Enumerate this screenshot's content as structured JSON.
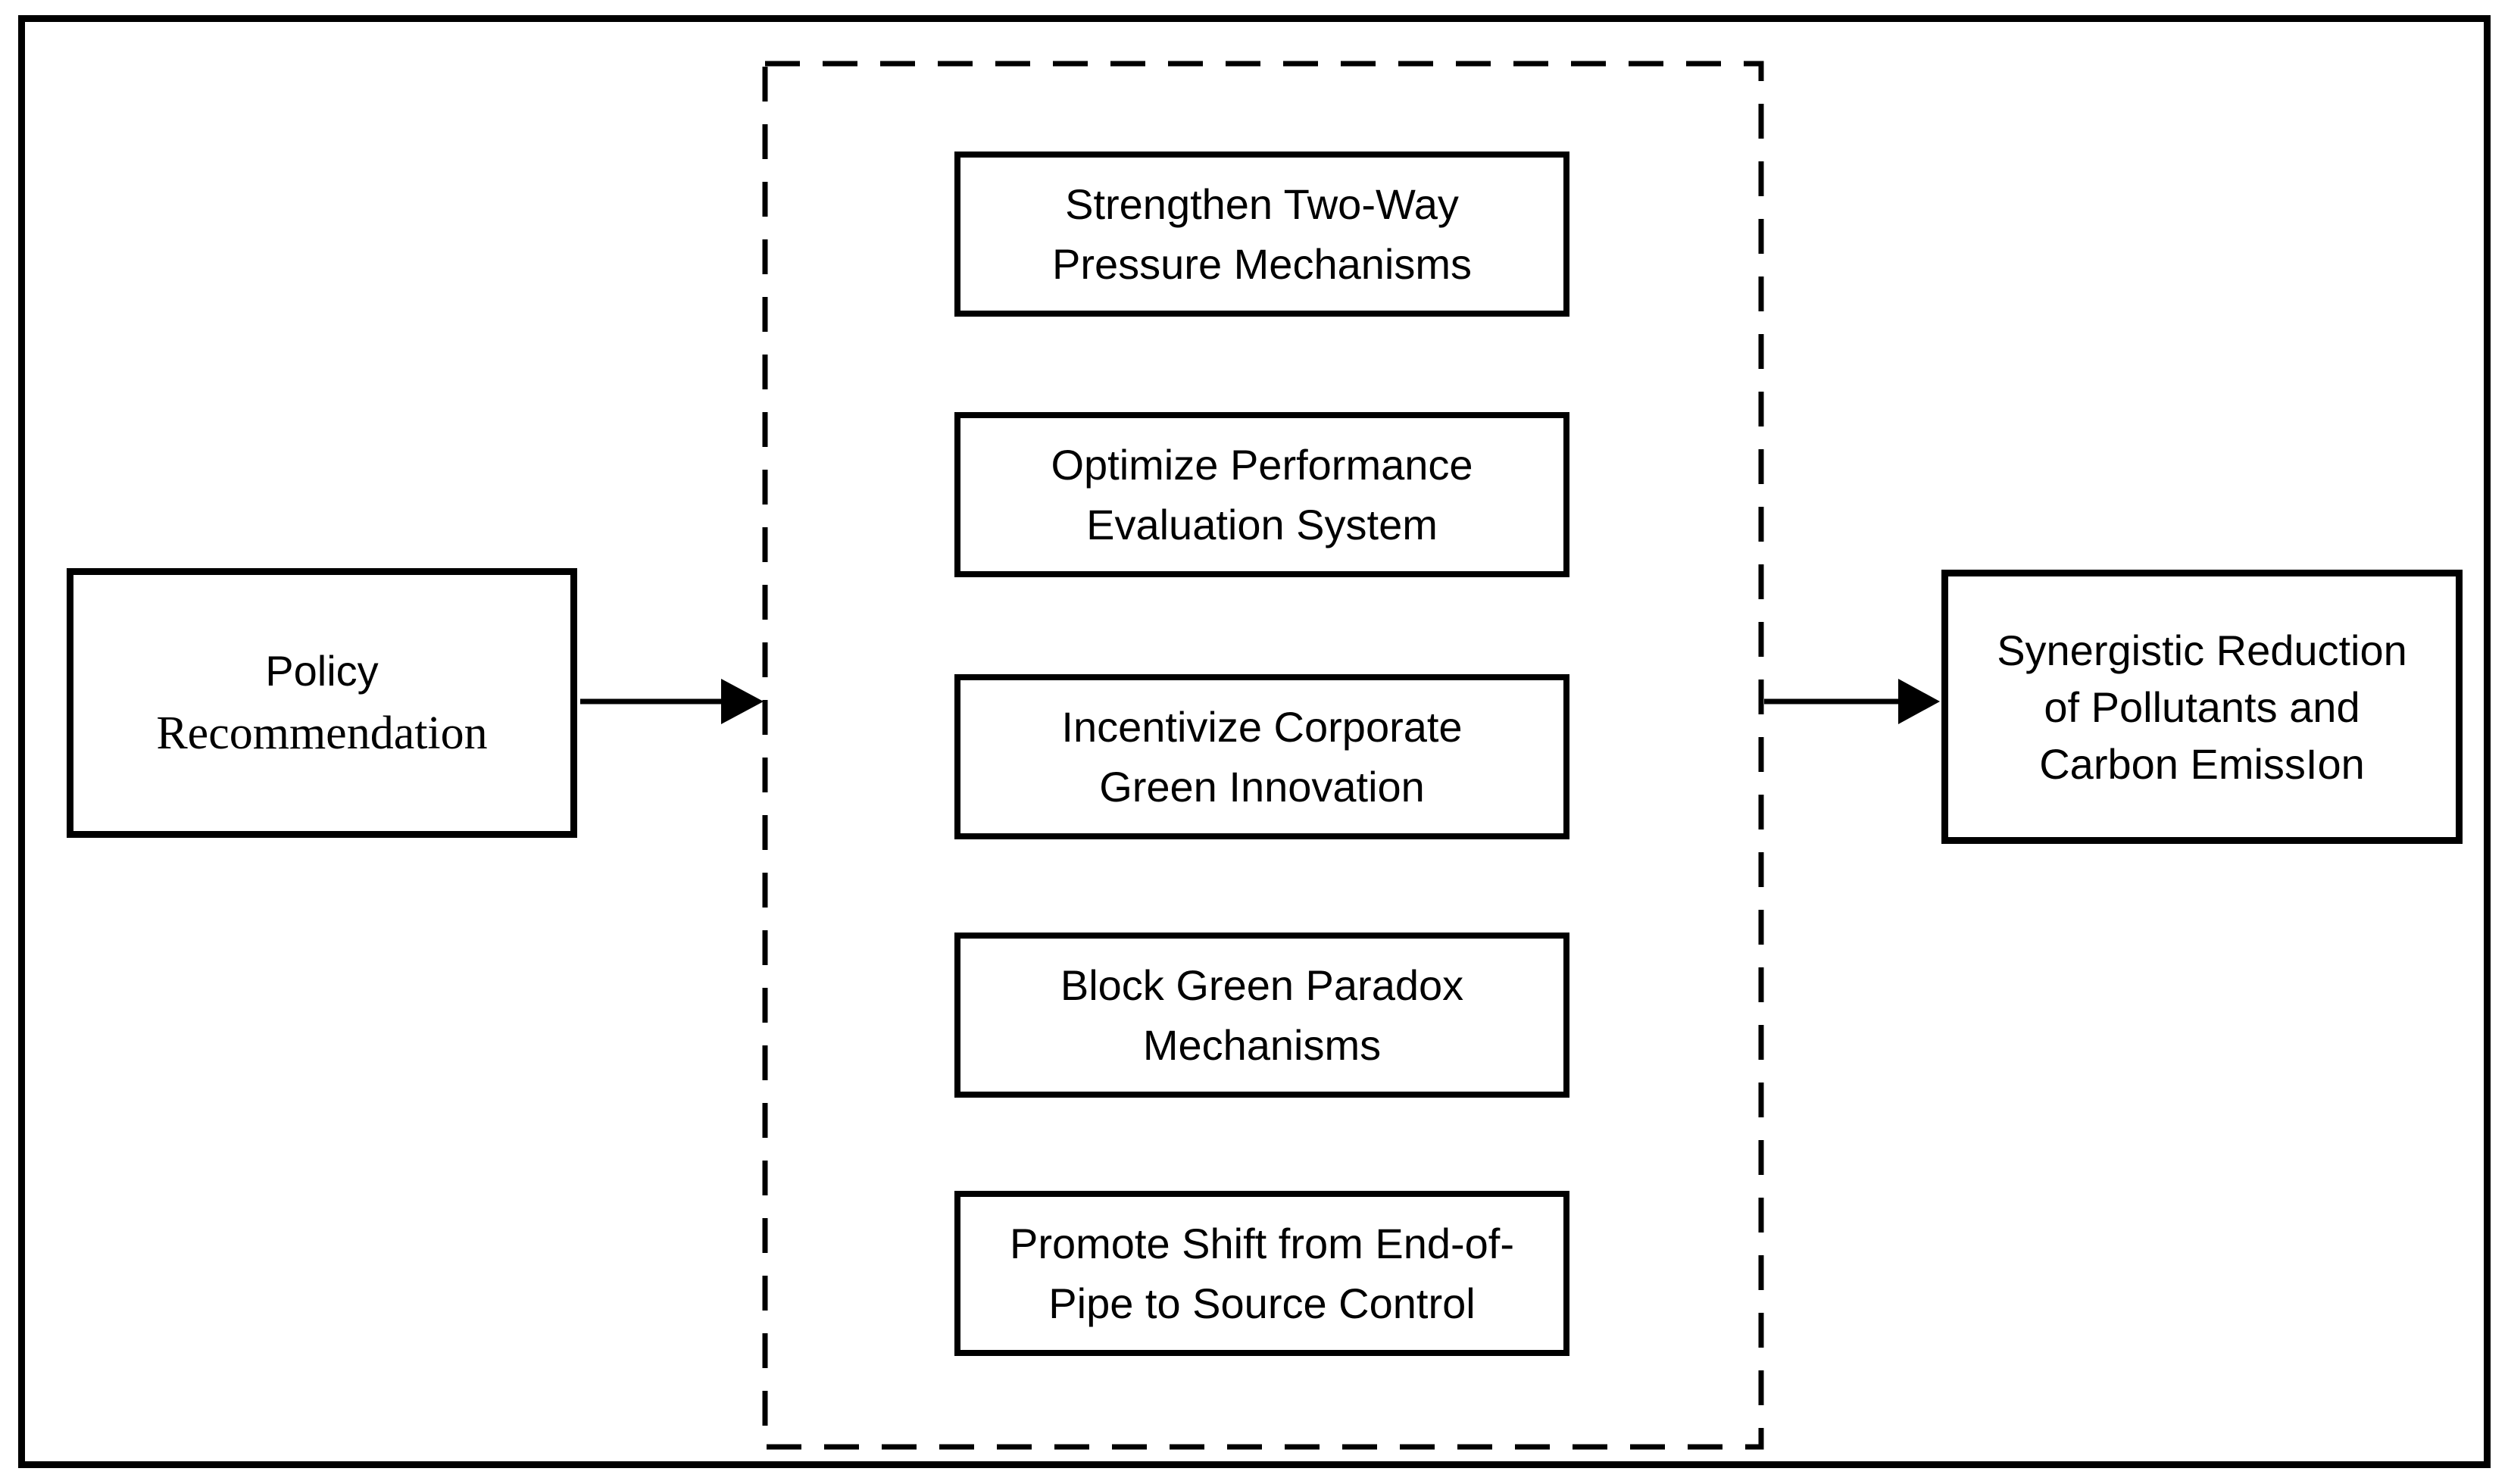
{
  "diagram": {
    "source_box": {
      "line1": "Policy",
      "line2": "Recommendation"
    },
    "measures": [
      {
        "line1": "Strengthen Two-Way",
        "line2": "Pressure Mechanisms"
      },
      {
        "line1": "Optimize Performance",
        "line2": "Evaluation System"
      },
      {
        "line1": "Incentivize Corporate",
        "line2": "Green Innovation"
      },
      {
        "line1": "Block Green Paradox",
        "line2": "Mechanisms"
      },
      {
        "line1": "Promote Shift from End-of-",
        "line2": "Pipe to Source Control"
      }
    ],
    "outcome_box": {
      "line1": "Synergistic Reduction",
      "line2": "of Pollutants and",
      "line3": "Carbon EmissIon"
    },
    "colors": {
      "ink": "#000000",
      "background": "#ffffff"
    }
  }
}
